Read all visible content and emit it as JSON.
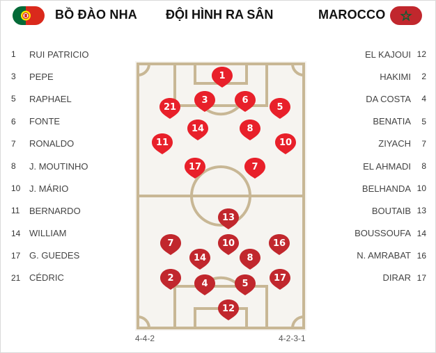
{
  "header": {
    "home_team": "BỒ ĐÀO NHA",
    "title": "ĐỘI HÌNH RA SÂN",
    "away_team": "MAROCCO"
  },
  "colors": {
    "pitch_bg": "#f6f4f0",
    "pitch_line": "#c8b795",
    "home_marker": "#e8202a",
    "away_marker": "#c1272d"
  },
  "home_roster": [
    {
      "num": "1",
      "name": "RUI PATRICIO"
    },
    {
      "num": "3",
      "name": "PEPE"
    },
    {
      "num": "5",
      "name": "RAPHAEL"
    },
    {
      "num": "6",
      "name": "FONTE"
    },
    {
      "num": "7",
      "name": "RONALDO"
    },
    {
      "num": "8",
      "name": "J. MOUTINHO"
    },
    {
      "num": "10",
      "name": "J. MÁRIO"
    },
    {
      "num": "11",
      "name": "BERNARDO"
    },
    {
      "num": "14",
      "name": "WILLIAM"
    },
    {
      "num": "17",
      "name": "G. GUEDES"
    },
    {
      "num": "21",
      "name": "CÉDRIC"
    }
  ],
  "away_roster": [
    {
      "num": "12",
      "name": "EL KAJOUI"
    },
    {
      "num": "2",
      "name": "HAKIMI"
    },
    {
      "num": "4",
      "name": "DA COSTA"
    },
    {
      "num": "5",
      "name": "BENATIA"
    },
    {
      "num": "7",
      "name": "ZIYACH"
    },
    {
      "num": "8",
      "name": "EL AHMADI"
    },
    {
      "num": "10",
      "name": "BELHANDA"
    },
    {
      "num": "13",
      "name": "BOUTAIB"
    },
    {
      "num": "14",
      "name": "BOUSSOUFA"
    },
    {
      "num": "16",
      "name": "N. AMRABAT"
    },
    {
      "num": "17",
      "name": "DIRAR"
    }
  ],
  "home_markers": [
    "1",
    "3",
    "6",
    "21",
    "5",
    "14",
    "8",
    "11",
    "10",
    "17",
    "7"
  ],
  "away_markers": [
    "13",
    "7",
    "10",
    "16",
    "14",
    "8",
    "2",
    "4",
    "5",
    "17",
    "12"
  ],
  "formations": {
    "home": "4-4-2",
    "away": "4-2-3-1"
  }
}
